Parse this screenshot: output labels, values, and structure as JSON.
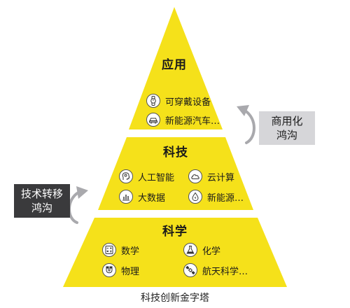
{
  "diagram": {
    "caption": "科技创新金字塔",
    "tiers": [
      {
        "title": "应用",
        "items": [
          {
            "icon": "watch-icon",
            "label": "可穿戴设备"
          },
          {
            "icon": "car-icon",
            "label": "新能源汽车…"
          }
        ]
      },
      {
        "title": "科技",
        "items": [
          {
            "icon": "ai-head-icon",
            "label": "人工智能"
          },
          {
            "icon": "cloud-icon",
            "label": "云计算"
          },
          {
            "icon": "bar-chart-icon",
            "label": "大数据"
          },
          {
            "icon": "energy-drop-icon",
            "label": "新能源…"
          }
        ]
      },
      {
        "title": "科学",
        "items": [
          {
            "icon": "calculator-icon",
            "label": "数学"
          },
          {
            "icon": "flask-icon",
            "label": "化学"
          },
          {
            "icon": "magnet-icon",
            "label": "物理"
          },
          {
            "icon": "satellite-icon",
            "label": "航天科学…"
          }
        ]
      }
    ],
    "gaps": [
      {
        "label_line1": "商用化",
        "label_line2": "鸿沟",
        "style": "light"
      },
      {
        "label_line1": "技术转移",
        "label_line2": "鸿沟",
        "style": "dark"
      }
    ],
    "colors": {
      "pyramid": "#f5e11a",
      "gap_light_bg": "#d6d6d9",
      "gap_dark_bg": "#3a3a3c",
      "arrow": "#a9a9ad"
    }
  }
}
